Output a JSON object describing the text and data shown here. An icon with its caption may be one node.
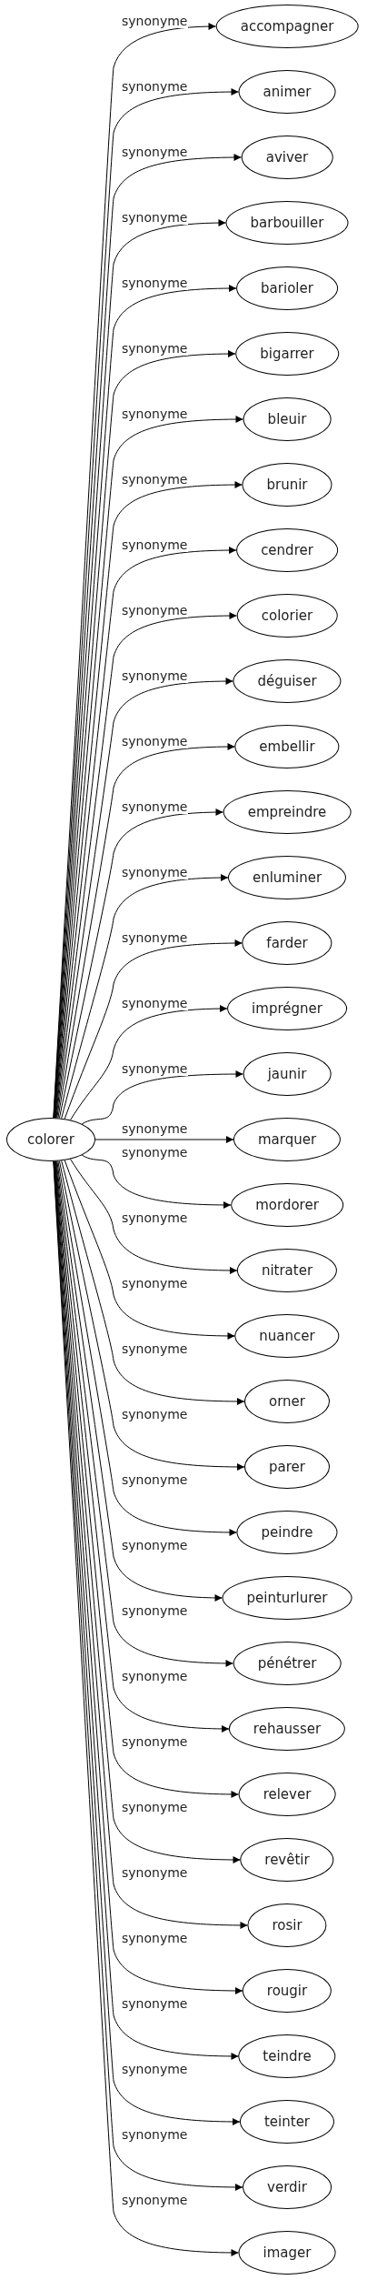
{
  "diagram": {
    "nodes": [
      {
        "text": [
          "colorer"
        ]
      },
      {
        "text": [
          "accompagner"
        ]
      },
      {
        "text": [
          "animer"
        ]
      },
      {
        "text": [
          "aviver"
        ]
      },
      {
        "text": [
          "barbouiller"
        ]
      },
      {
        "text": [
          "barioler"
        ]
      },
      {
        "text": [
          "bigarrer"
        ]
      },
      {
        "text": [
          "bleuir"
        ]
      },
      {
        "text": [
          "brunir"
        ]
      },
      {
        "text": [
          "cendrer"
        ]
      },
      {
        "text": [
          "colorier"
        ]
      },
      {
        "text": [
          "déguiser"
        ]
      },
      {
        "text": [
          "embellir"
        ]
      },
      {
        "text": [
          "empreindre"
        ]
      },
      {
        "text": [
          "enluminer"
        ]
      },
      {
        "text": [
          "farder"
        ]
      },
      {
        "text": [
          "imprégner"
        ]
      },
      {
        "text": [
          "jaunir"
        ]
      },
      {
        "text": [
          "marquer"
        ]
      },
      {
        "text": [
          "mordorer"
        ]
      },
      {
        "text": [
          "nitrater"
        ]
      },
      {
        "text": [
          "nuancer"
        ]
      },
      {
        "text": [
          "orner"
        ]
      },
      {
        "text": [
          "parer"
        ]
      },
      {
        "text": [
          "peindre"
        ]
      },
      {
        "text": [
          "peinturlurer"
        ]
      },
      {
        "text": [
          "pénétrer"
        ]
      },
      {
        "text": [
          "rehausser"
        ]
      },
      {
        "text": [
          "relever"
        ]
      },
      {
        "text": [
          "revêtir"
        ]
      },
      {
        "text": [
          "rosir"
        ]
      },
      {
        "text": [
          "rougir"
        ]
      },
      {
        "text": [
          "teindre"
        ]
      },
      {
        "text": [
          "teinter"
        ]
      },
      {
        "text": [
          "verdir"
        ]
      },
      {
        "text": [
          "imager"
        ]
      }
    ],
    "edges": [
      {
        "from": 0,
        "to": 1,
        "arrow": "to",
        "label": "synonyme"
      },
      {
        "from": 0,
        "to": 2,
        "arrow": "to",
        "label": "synonyme"
      },
      {
        "from": 0,
        "to": 3,
        "arrow": "to",
        "label": "synonyme"
      },
      {
        "from": 0,
        "to": 4,
        "arrow": "to",
        "label": "synonyme"
      },
      {
        "from": 0,
        "to": 5,
        "arrow": "to",
        "label": "synonyme"
      },
      {
        "from": 0,
        "to": 6,
        "arrow": "to",
        "label": "synonyme"
      },
      {
        "from": 0,
        "to": 7,
        "arrow": "to",
        "label": "synonyme"
      },
      {
        "from": 0,
        "to": 8,
        "arrow": "to",
        "label": "synonyme"
      },
      {
        "from": 0,
        "to": 9,
        "arrow": "to",
        "label": "synonyme"
      },
      {
        "from": 0,
        "to": 10,
        "arrow": "to",
        "label": "synonyme"
      },
      {
        "from": 0,
        "to": 11,
        "arrow": "to",
        "label": "synonyme"
      },
      {
        "from": 0,
        "to": 12,
        "arrow": "to",
        "label": "synonyme"
      },
      {
        "from": 0,
        "to": 13,
        "arrow": "to",
        "label": "synonyme"
      },
      {
        "from": 0,
        "to": 14,
        "arrow": "to",
        "label": "synonyme"
      },
      {
        "from": 0,
        "to": 15,
        "arrow": "to",
        "label": "synonyme"
      },
      {
        "from": 0,
        "to": 16,
        "arrow": "to",
        "label": "synonyme"
      },
      {
        "from": 0,
        "to": 17,
        "arrow": "to",
        "label": "synonyme"
      },
      {
        "from": 0,
        "to": 18,
        "arrow": "to",
        "label": "synonyme"
      },
      {
        "from": 0,
        "to": 19,
        "arrow": "to",
        "label": "synonyme"
      },
      {
        "from": 0,
        "to": 20,
        "arrow": "to",
        "label": "synonyme"
      },
      {
        "from": 0,
        "to": 21,
        "arrow": "to",
        "label": "synonyme"
      },
      {
        "from": 0,
        "to": 22,
        "arrow": "to",
        "label": "synonyme"
      },
      {
        "from": 0,
        "to": 23,
        "arrow": "to",
        "label": "synonyme"
      },
      {
        "from": 0,
        "to": 24,
        "arrow": "to",
        "label": "synonyme"
      },
      {
        "from": 0,
        "to": 25,
        "arrow": "to",
        "label": "synonyme"
      },
      {
        "from": 0,
        "to": 26,
        "arrow": "to",
        "label": "synonyme"
      },
      {
        "from": 0,
        "to": 27,
        "arrow": "to",
        "label": "synonyme"
      },
      {
        "from": 0,
        "to": 28,
        "arrow": "to",
        "label": "synonyme"
      },
      {
        "from": 0,
        "to": 29,
        "arrow": "to",
        "label": "synonyme"
      },
      {
        "from": 0,
        "to": 30,
        "arrow": "to",
        "label": "synonyme"
      },
      {
        "from": 0,
        "to": 31,
        "arrow": "to",
        "label": "synonyme"
      },
      {
        "from": 0,
        "to": 32,
        "arrow": "to",
        "label": "synonyme"
      },
      {
        "from": 0,
        "to": 33,
        "arrow": "to",
        "label": "synonyme"
      },
      {
        "from": 0,
        "to": 34,
        "arrow": "to",
        "label": "synonyme"
      },
      {
        "from": 0,
        "to": 35,
        "arrow": "to",
        "label": "synonyme"
      }
    ]
  }
}
